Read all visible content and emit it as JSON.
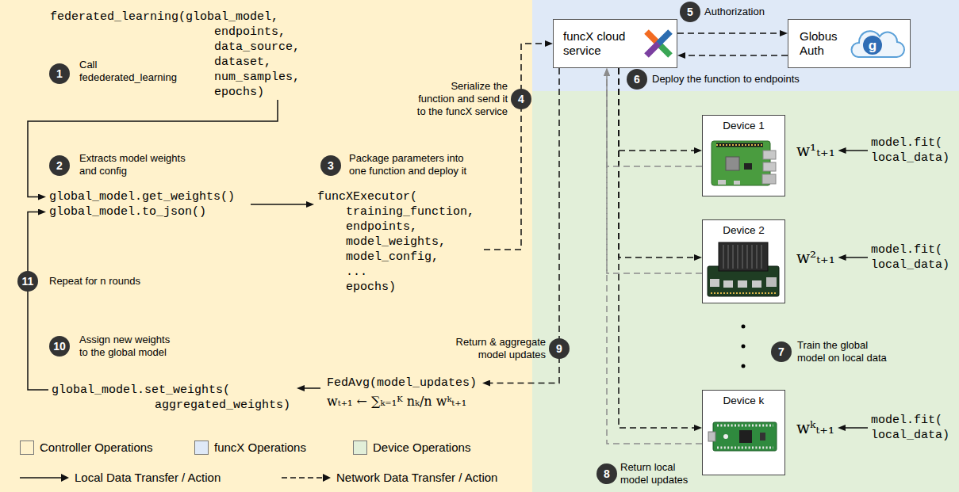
{
  "diagram": {
    "nodes": [
      {
        "text": [
          "federated_learning(global_model, endpoints, data_source, dataset, num_samples, epochs)"
        ]
      },
      {
        "text": [
          "global_model.get_weights() global_model.to_json()"
        ]
      },
      {
        "text": [
          "funcXExecutor( training_function, endpoints, model_weights, model_config, ... epochs)"
        ]
      },
      {
        "text": [
          "funcX cloud service"
        ]
      },
      {
        "text": [
          "Globus Auth"
        ]
      },
      {
        "text": [
          "Device 1"
        ]
      },
      {
        "text": [
          "w¹ₜ₊₁"
        ]
      },
      {
        "text": [
          "model.fit( local_data)"
        ]
      },
      {
        "text": [
          "Device 2"
        ]
      },
      {
        "text": [
          "w²ₜ₊₁"
        ]
      },
      {
        "text": [
          "model.fit( local_data)"
        ]
      },
      {
        "text": [
          "Device k"
        ]
      },
      {
        "text": [
          "wᵏₜ₊₁"
        ]
      },
      {
        "text": [
          "model.fit( local_data)"
        ]
      },
      {
        "text": [
          "FedAvg(model_updates)"
        ]
      },
      {
        "text": [
          "global_model.set_weights( aggregated_weights)"
        ]
      }
    ],
    "edges": [
      {
        "from": 0,
        "to": 1,
        "arrow": "to"
      },
      {
        "from": 1,
        "to": 2,
        "arrow": "to"
      },
      {
        "from": 2,
        "to": 3,
        "arrow": "to"
      },
      {
        "from": 3,
        "to": 4,
        "arrow": "to"
      },
      {
        "from": 4,
        "to": 3,
        "arrow": "to"
      },
      {
        "from": 3,
        "to": 5,
        "arrow": "to"
      },
      {
        "from": 3,
        "to": 8,
        "arrow": "to"
      },
      {
        "from": 3,
        "to": 11,
        "arrow": "to"
      },
      {
        "from": 7,
        "to": 6,
        "arrow": "to"
      },
      {
        "from": 10,
        "to": 9,
        "arrow": "to"
      },
      {
        "from": 13,
        "to": 12,
        "arrow": "to"
      },
      {
        "from": 5,
        "to": 3,
        "arrow": "to"
      },
      {
        "from": 8,
        "to": 3,
        "arrow": "to"
      },
      {
        "from": 11,
        "to": 3,
        "arrow": "to"
      },
      {
        "from": 3,
        "to": 14,
        "arrow": "to"
      },
      {
        "from": 14,
        "to": 15,
        "arrow": "to"
      },
      {
        "from": 15,
        "to": 1,
        "arrow": "to"
      }
    ],
    "labels": [
      "1",
      "Call fedederated_learning",
      "2",
      "Extracts model weights and config",
      "3",
      "Package parameters into one function and deploy it",
      "4",
      "Serialize the function and send it to the funcX service",
      "5",
      "Authorization",
      "g",
      "6",
      "Deploy the function to endpoints",
      "7",
      "Train the global model on local data",
      "8",
      "Return local model updates",
      "9",
      "Return & aggregate model updates",
      "10",
      "Assign new weights to the global model",
      "11",
      "Repeat for n rounds",
      "wₜ₊₁ ← ∑ₖ₌₁ᴷ nₖ/n wᵏₜ₊₁"
    ],
    "legend": [
      {
        "text": "Controller Operations",
        "color": "#fff2cc"
      },
      {
        "text": "funcX Operations",
        "color": "#dfe9f7"
      },
      {
        "text": "Device Operations",
        "color": "#e2efd9"
      },
      {
        "text": "Local Data Transfer / Action"
      },
      {
        "text": "Network Data Transfer / Action"
      }
    ]
  }
}
